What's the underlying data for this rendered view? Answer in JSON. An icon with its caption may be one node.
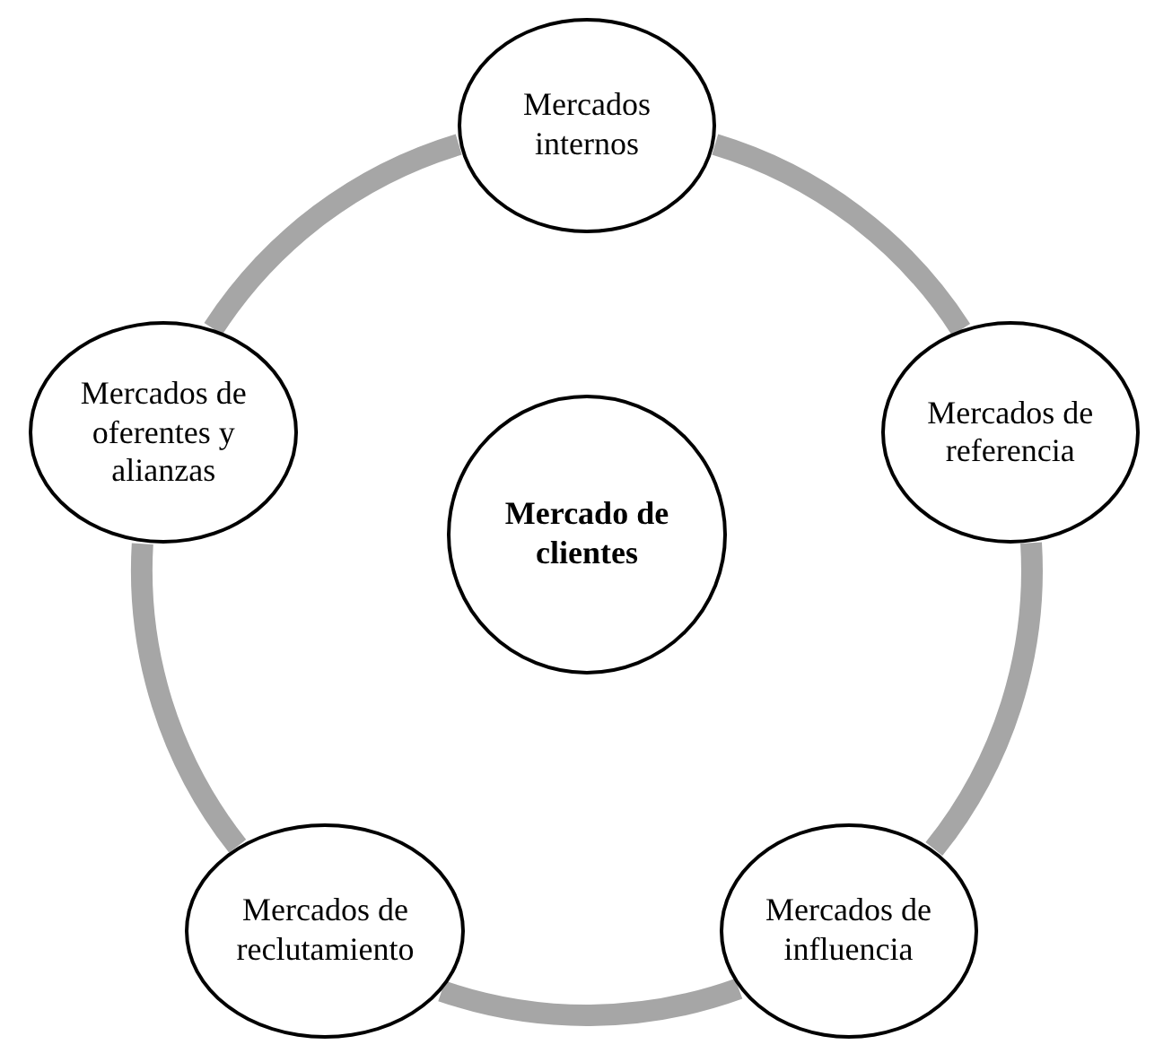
{
  "diagram": {
    "nodes": [
      {
        "text": [
          "Mercados internos"
        ]
      },
      {
        "text": [
          "Mercados de oferentes y alianzas"
        ]
      },
      {
        "text": [
          "Mercados de referencia"
        ]
      },
      {
        "text": [
          "Mercado de clientes"
        ]
      },
      {
        "text": [
          "Mercados de reclutamiento"
        ]
      },
      {
        "text": [
          "Mercados de influencia"
        ]
      }
    ],
    "edges": [
      {
        "from": 0,
        "to": 2,
        "arrow": "none"
      },
      {
        "from": 2,
        "to": 5,
        "arrow": "none"
      },
      {
        "from": 5,
        "to": 4,
        "arrow": "none"
      },
      {
        "from": 4,
        "to": 1,
        "arrow": "none"
      },
      {
        "from": 1,
        "to": 0,
        "arrow": "none"
      }
    ]
  }
}
